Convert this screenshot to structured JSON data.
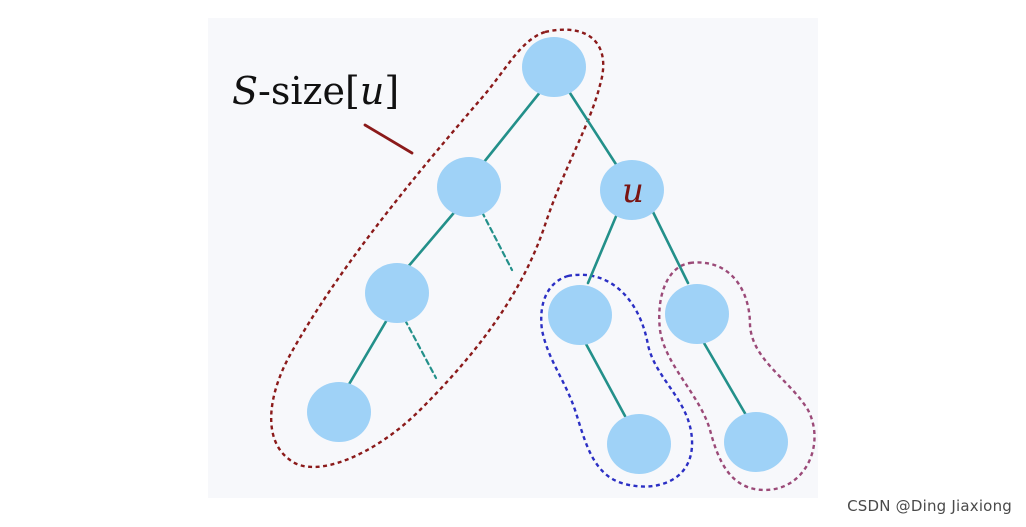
{
  "diagram": {
    "label_s": "S",
    "label_size_prefix": "-size[",
    "label_u_in_bracket": "u",
    "label_close_bracket": "]",
    "node_u_label": "u"
  },
  "colors": {
    "node_fill": "#9fd2f7",
    "edge": "#23908a",
    "outline_red": "#8b1a1a",
    "outline_blue": "#2b2fc4",
    "outline_purple": "#9b4a78",
    "u_label": "#7a1412",
    "pointer": "#8b1a1a"
  },
  "watermark": "CSDN @Ding Jiaxiong"
}
